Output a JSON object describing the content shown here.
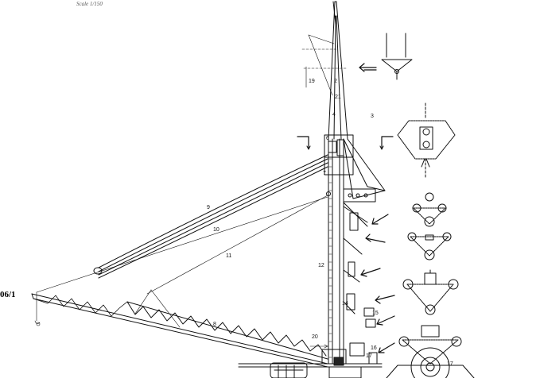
{
  "drawing": {
    "scale_text": "Scale 1/150",
    "figure_id": "06/1",
    "callouts": {
      "c2": "2",
      "c3": "3",
      "c4": "4",
      "c6": "6",
      "c7": "7",
      "c8": "8",
      "c9": "9",
      "c10": "10",
      "c11": "11",
      "c12": "12",
      "c14": "14",
      "c15": "15",
      "c16": "16",
      "c17a": "17",
      "c17b": "17",
      "c19": "19",
      "c20": "20",
      "c21": "21"
    }
  }
}
